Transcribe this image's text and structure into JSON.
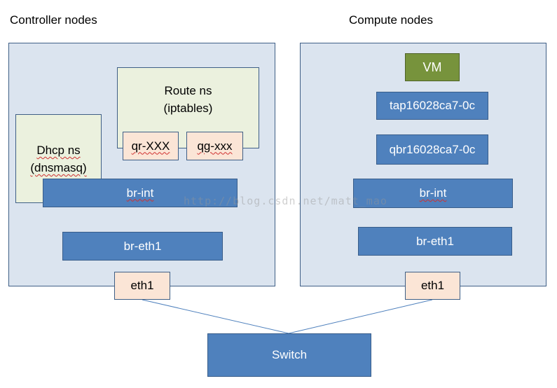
{
  "headings": {
    "controller": "Controller nodes",
    "compute": "Compute nodes"
  },
  "controller": {
    "route_ns_line1": "Route ns",
    "route_ns_line2": "(iptables)",
    "dhcp_ns_line1": "Dhcp ns",
    "dhcp_ns_line2": "(dnsmasq)",
    "qr_port": "qr-XXX",
    "qg_port": "qg-xxx",
    "br_int": "br-int",
    "br_eth1": "br-eth1",
    "eth1": "eth1"
  },
  "compute": {
    "vm": "VM",
    "tap": "tap16028ca7-0c",
    "qbr": "qbr16028ca7-0c",
    "br_int": "br-int",
    "br_eth1": "br-eth1",
    "eth1": "eth1"
  },
  "switch": "Switch",
  "watermark": "http://blog.csdn.net/matt_mao",
  "colors": {
    "panel_fill": "#dbe4ef",
    "namespace_fill": "#ebf1de",
    "bridge_fill": "#4f81bd",
    "port_fill": "#fbe5d6",
    "vm_fill": "#77933c",
    "connector": "#4f81bd"
  }
}
